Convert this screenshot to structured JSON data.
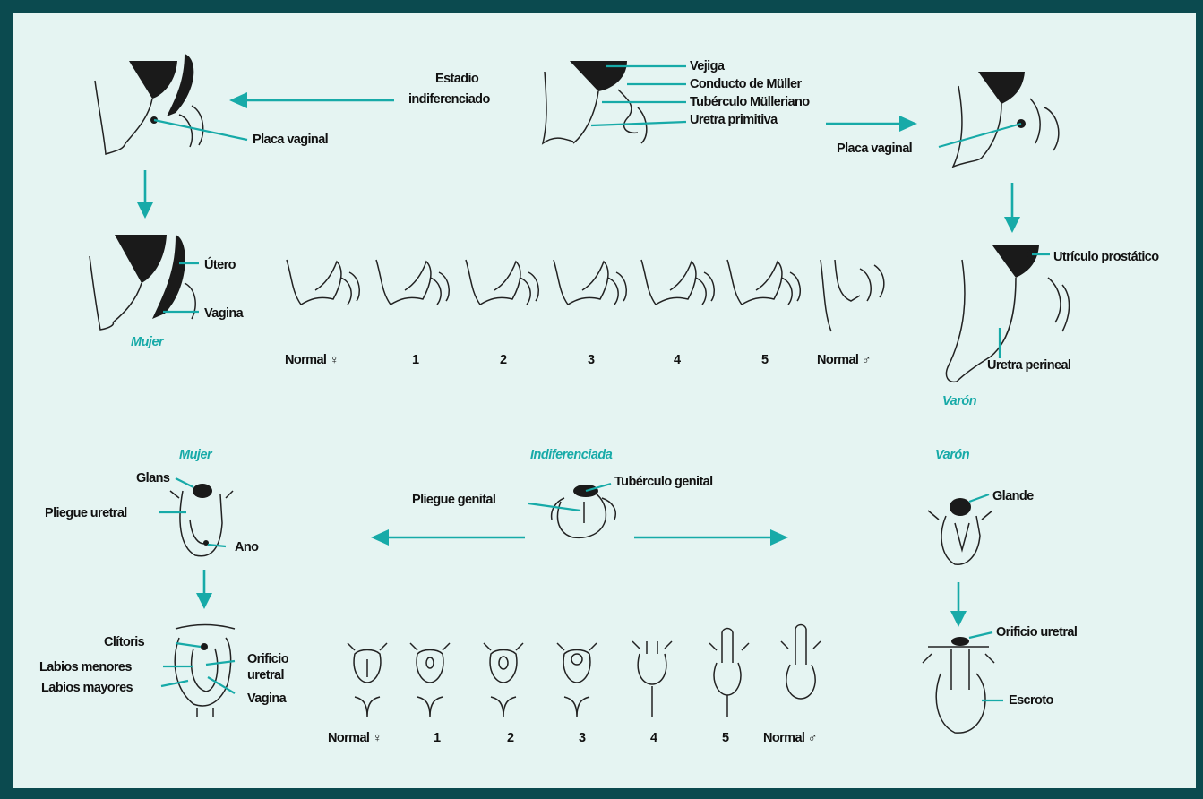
{
  "colors": {
    "frame": "#0b4a4f",
    "background": "#e5f4f2",
    "accent": "#17aaa8",
    "ink": "#111111"
  },
  "internal": {
    "stage_line1": "Estadio",
    "stage_line2": "indiferenciado",
    "indiff_labels": [
      "Vejiga",
      "Conducto de Müller",
      "Tubérculo Mülleriano",
      "Uretra primitiva"
    ],
    "female_placa": "Placa vaginal",
    "male_placa": "Placa vaginal",
    "female_labels": [
      "Útero",
      "Vagina"
    ],
    "female_caption": "Mujer",
    "male_labels": [
      "Utrículo prostático",
      "Uretra perineal"
    ],
    "male_caption": "Varón",
    "stages": [
      "Normal ♀",
      "1",
      "2",
      "3",
      "4",
      "5",
      "Normal ♂"
    ]
  },
  "external": {
    "female_header": "Mujer",
    "indiff_header": "Indiferenciada",
    "male_header": "Varón",
    "female_early_labels": [
      "Glans",
      "Pliegue uretral",
      "Ano"
    ],
    "indiff_labels": [
      "Tubérculo genital",
      "Pliegue genital"
    ],
    "female_late_labels": [
      "Clítoris",
      "Labios menores",
      "Labios mayores",
      "Orificio",
      "uretral",
      "Vagina"
    ],
    "male_labels": [
      "Glande",
      "Orificio uretral",
      "Escroto"
    ],
    "stages": [
      "Normal ♀",
      "1",
      "2",
      "3",
      "4",
      "5",
      "Normal ♂"
    ]
  }
}
